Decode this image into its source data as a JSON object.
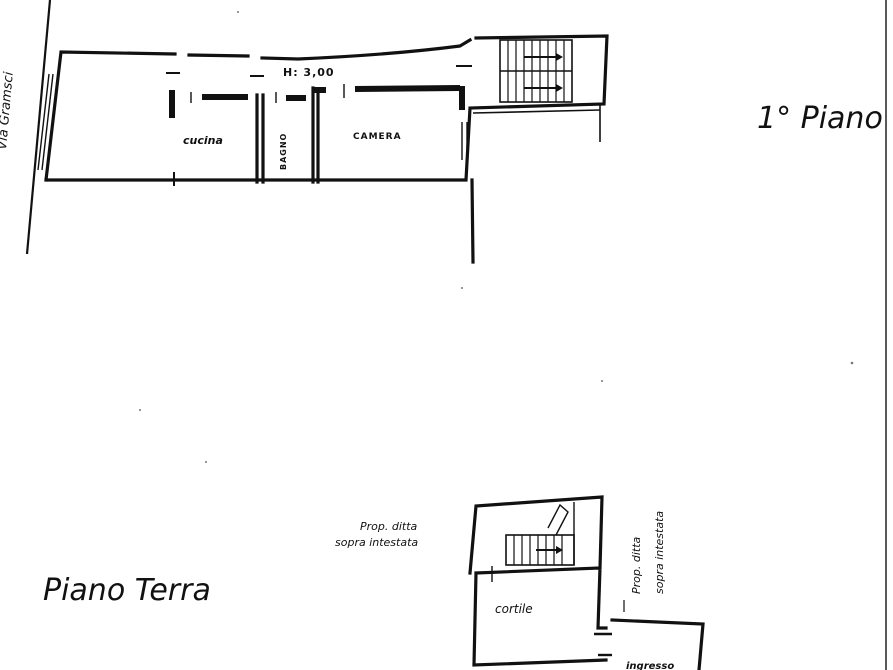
{
  "plans": {
    "first_floor": {
      "title": "1° Piano",
      "street": "Via Gramsci",
      "height_note": "H: 3,00",
      "rooms": {
        "kitchen": "cucina",
        "bathroom": "BAGNO",
        "bedroom": "CAMERA"
      }
    },
    "ground_floor": {
      "title": "Piano Terra",
      "courtyard": "cortile",
      "partial_label": "ingresso",
      "neighbor_left": [
        "Prop. ditta",
        "sopra intestata"
      ],
      "neighbor_right": [
        "Prop. ditta",
        "sopra intestata"
      ]
    }
  }
}
